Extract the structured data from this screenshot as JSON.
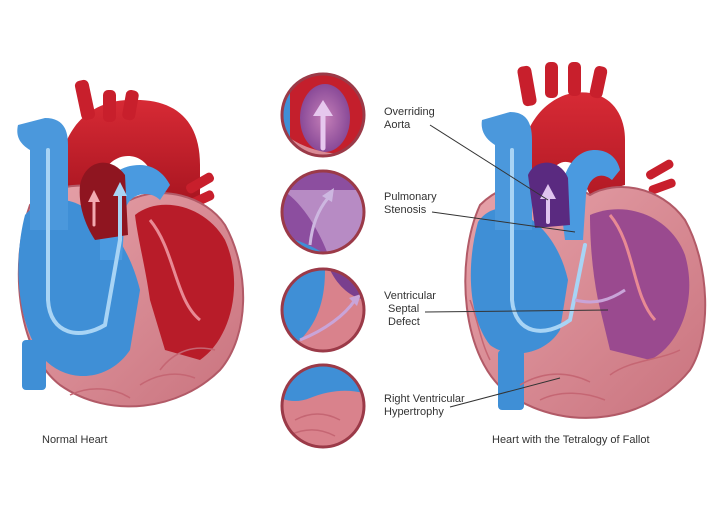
{
  "captions": {
    "normal": "Normal Heart",
    "tetralogy": "Heart with the Tetralogy of Fallot"
  },
  "callouts": {
    "overriding_aorta": [
      "Overriding",
      "Aorta"
    ],
    "pulmonary_stenosis": [
      "Pulmonary",
      "Stenosis"
    ],
    "vsd": [
      "Ventricular",
      "Septal",
      "Defect"
    ],
    "rvh": [
      "Right Ventricular",
      "Hypertrophy"
    ]
  },
  "colors": {
    "oxygenated": "#c8202f",
    "deoxygenated": "#3f8fd6",
    "myocardium": "#d9828c",
    "mixed": "#8a4fa0",
    "outline": "#7a1e2b"
  }
}
